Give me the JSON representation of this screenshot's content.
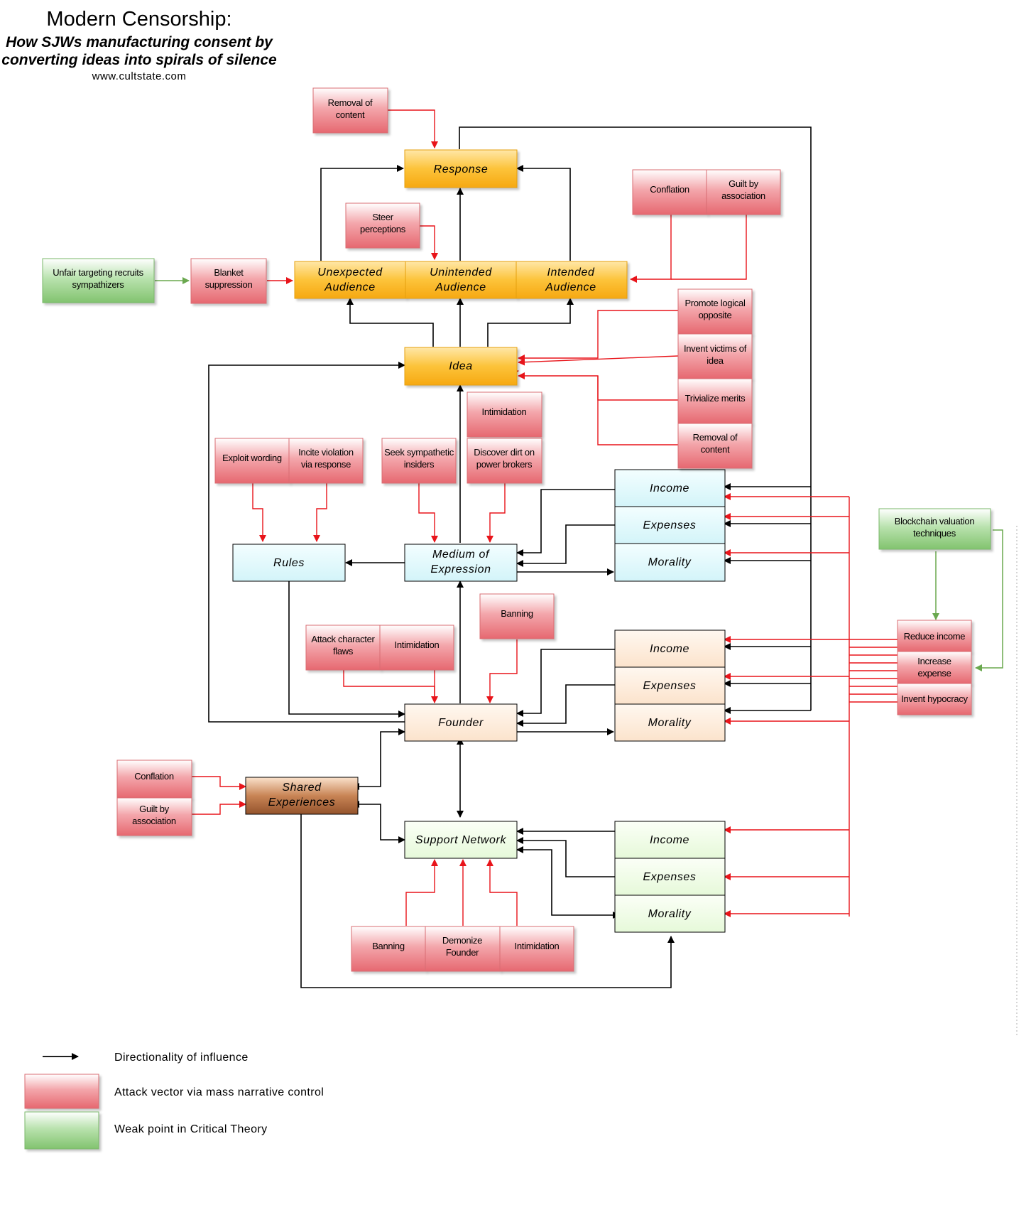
{
  "colors": {
    "attack_red": "#e8747a",
    "weak_green": "#8bc97a",
    "orange": "#fbb51a",
    "cyan": "#dcf7fb",
    "peach": "#fdebd9",
    "mint": "#eefce4",
    "brown": "#a9643a",
    "red_line": "#e8141a",
    "green_line": "#6aa84f"
  },
  "header": {
    "title": "Modern Censorship:",
    "subtitle_line1": "How SJWs manufacturing consent by",
    "subtitle_line2": "converting ideas into spirals of silence",
    "url": "www.cultstate.com"
  },
  "nodes": {
    "response": "Response",
    "unexpected_audience": [
      "Unexpected",
      "Audience"
    ],
    "unintended_audience": [
      "Unintended",
      "Audience"
    ],
    "intended_audience": [
      "Intended",
      "Audience"
    ],
    "idea": "Idea",
    "rules": "Rules",
    "medium_of_expression": [
      "Medium of",
      "Expression"
    ],
    "founder": "Founder",
    "shared_experiences": [
      "Shared",
      "Experiences"
    ],
    "support_network": "Support Network",
    "income": "Income",
    "expenses": "Expenses",
    "morality": "Morality"
  },
  "attacks": {
    "removal_of_content_top": [
      "Removal of",
      "content"
    ],
    "conflation_top": [
      "Conflation"
    ],
    "guilt_by_association_top": [
      "Guilt by",
      "association"
    ],
    "steer_perceptions": [
      "Steer",
      "perceptions"
    ],
    "blanket_suppression": [
      "Blanket",
      "suppression"
    ],
    "promote_logical_opposite": [
      "Promote logical",
      "opposite"
    ],
    "invent_victims": [
      "Invent victims of",
      "idea"
    ],
    "trivialize_merits": [
      "Trivialize merits"
    ],
    "removal_of_content_right": [
      "Removal of",
      "content"
    ],
    "intimidation_idea": [
      "Intimidation"
    ],
    "exploit_wording": [
      "Exploit wording"
    ],
    "incite_violation": [
      "Incite violation",
      "via response"
    ],
    "seek_sympathetic_insiders": [
      "Seek sympathetic",
      "insiders"
    ],
    "discover_dirt": [
      "Discover dirt on",
      "power brokers"
    ],
    "banning_founder": [
      "Banning"
    ],
    "attack_character_flaws": [
      "Attack character",
      "flaws"
    ],
    "intimidation_founder": [
      "Intimidation"
    ],
    "conflation_shared": [
      "Conflation"
    ],
    "guilt_by_association_shared": [
      "Guilt by",
      "association"
    ],
    "banning_support": [
      "Banning"
    ],
    "demonize_founder": [
      "Demonize",
      "Founder"
    ],
    "intimidation_support": [
      "Intimidation"
    ],
    "reduce_income": [
      "Reduce income"
    ],
    "increase_expense": [
      "Increase",
      "expense"
    ],
    "invent_hypocracy": [
      "Invent hypocracy"
    ]
  },
  "weak_points": {
    "unfair_targeting": [
      "Unfair targeting recruits",
      "sympathizers"
    ],
    "blockchain_valuation": [
      "Blockchain valuation",
      "techniques"
    ]
  },
  "legend": {
    "directionality": "Directionality of influence",
    "attack_vector": "Attack vector via mass narrative control",
    "weak_point": "Weak point in Critical Theory"
  }
}
